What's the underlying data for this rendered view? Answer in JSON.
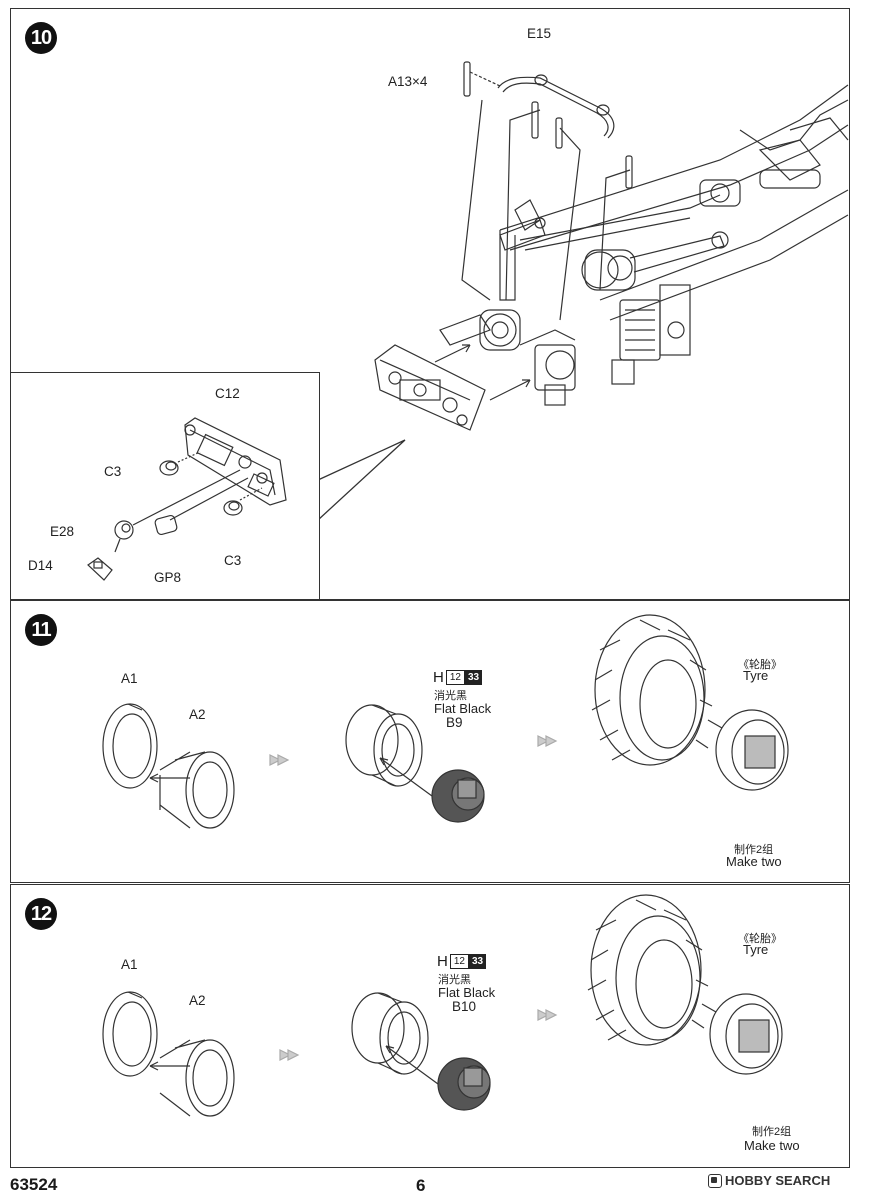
{
  "step10": {
    "number": "10",
    "parts": {
      "e15": "E15",
      "a13": "A13×4"
    },
    "inset": {
      "c12": "C12",
      "c3_top": "C3",
      "e28": "E28",
      "d14": "D14",
      "gp8": "GP8",
      "c3_bottom": "C3"
    }
  },
  "step11": {
    "number": "11",
    "a1": "A1",
    "a2": "A2",
    "paint": {
      "prefix": "H",
      "code1": "12",
      "code2": "33",
      "chinese": "消光黑",
      "english": "Flat Black"
    },
    "b": "B9",
    "tyre_cn": "《轮胎》",
    "tyre_en": "Tyre",
    "make_cn": "制作2组",
    "make_en": "Make two"
  },
  "step12": {
    "number": "12",
    "a1": "A1",
    "a2": "A2",
    "paint": {
      "prefix": "H",
      "code1": "12",
      "code2": "33",
      "chinese": "消光黑",
      "english": "Flat Black"
    },
    "b": "B10",
    "tyre_cn": "《轮胎》",
    "tyre_en": "Tyre",
    "make_cn": "制作2组",
    "make_en": "Make two"
  },
  "footer": {
    "model_no": "63524",
    "page": "6",
    "watermark": "HOBBY SEARCH"
  }
}
